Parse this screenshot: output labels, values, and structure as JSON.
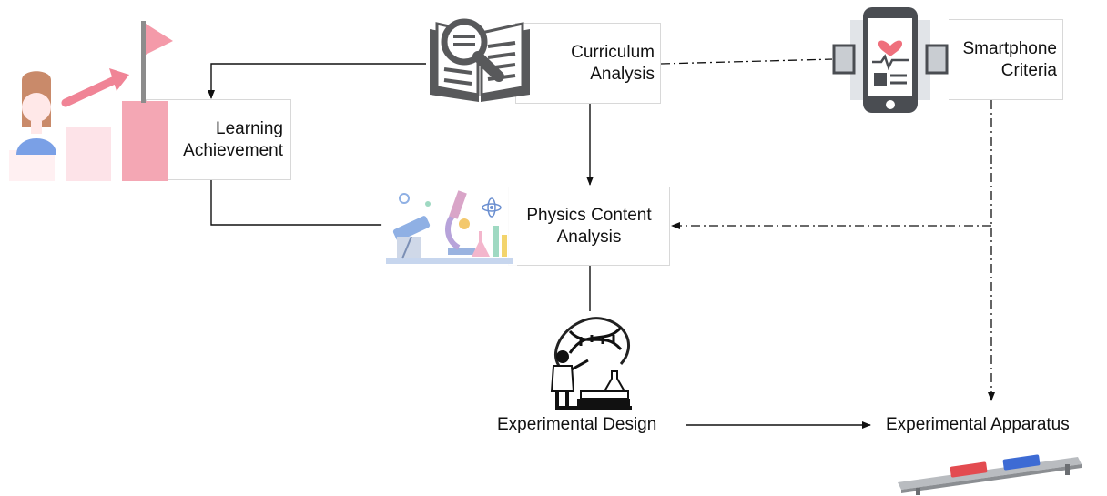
{
  "nodes": {
    "curriculum": "Curriculum\nAnalysis",
    "smartphone": "Smartphone\nCriteria",
    "learning": "Learning\nAchievement",
    "physics": "Physics Content\nAnalysis",
    "design": "Experimental Design",
    "apparatus": "Experimental Apparatus"
  },
  "icons": {
    "book": "book-magnifier-icon",
    "phone": "smartphone-health-icon",
    "person": "person-growth-chart-icon",
    "lab": "science-lab-icon",
    "scientist": "scientist-dna-icon",
    "track": "air-track-carts-icon"
  },
  "colors": {
    "book": "#58595b",
    "phone_dark": "#4a4d52",
    "phone_light": "#c9cdd2",
    "pink": "#f4a7b4",
    "pink_light": "#fde3e8",
    "line": "#111111"
  }
}
